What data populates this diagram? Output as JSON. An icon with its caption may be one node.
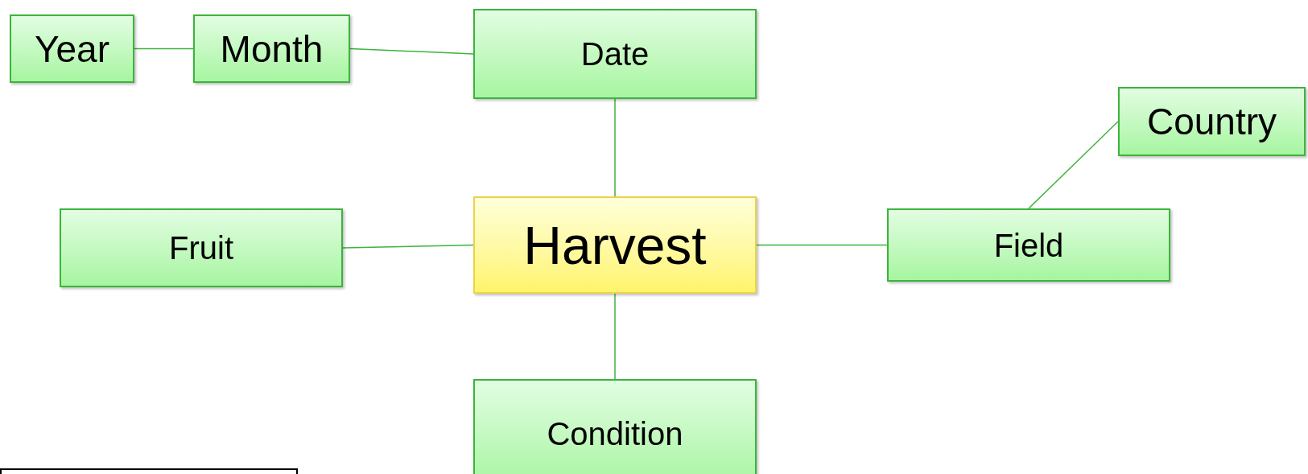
{
  "diagram": {
    "nodes": [
      {
        "text": [
          "Year"
        ]
      },
      {
        "text": [
          "Month"
        ]
      },
      {
        "text": [
          "Date"
        ]
      },
      {
        "text": [
          "Country"
        ]
      },
      {
        "text": [
          "Fruit"
        ]
      },
      {
        "text": [
          "Harvest"
        ]
      },
      {
        "text": [
          "Field"
        ]
      },
      {
        "text": [
          "Condition"
        ]
      },
      {
        "text": [],
        "shape": "box"
      }
    ],
    "edges": [
      {
        "from": 0,
        "to": 1,
        "arrow": "none"
      },
      {
        "from": 1,
        "to": 2,
        "arrow": "none"
      },
      {
        "from": 2,
        "to": 5,
        "arrow": "none"
      },
      {
        "from": 4,
        "to": 5,
        "arrow": "none"
      },
      {
        "from": 5,
        "to": 6,
        "arrow": "none"
      },
      {
        "from": 6,
        "to": 3,
        "arrow": "none"
      },
      {
        "from": 5,
        "to": 7,
        "arrow": "none"
      }
    ]
  }
}
